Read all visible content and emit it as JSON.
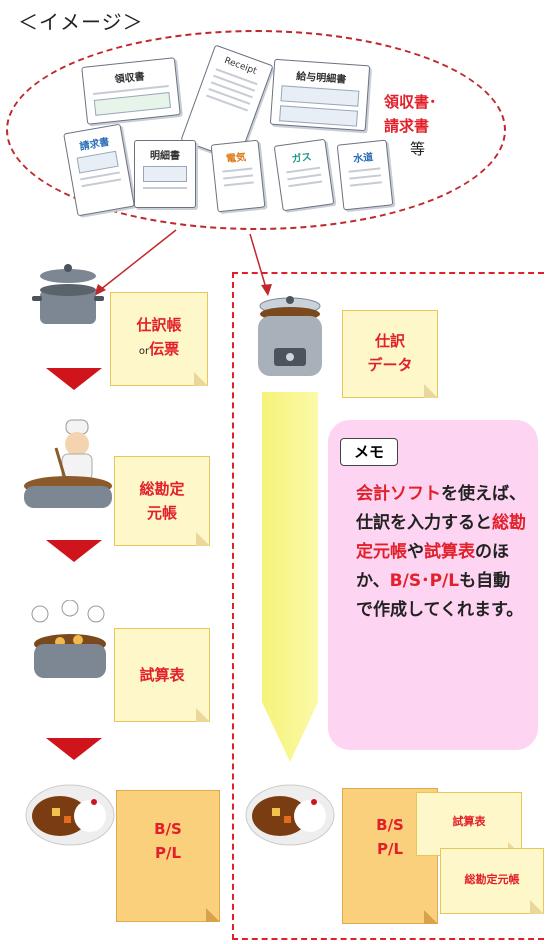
{
  "title": "＜イメージ＞",
  "documents_label": {
    "line1": "領収書･",
    "line2": "請求書",
    "suffix": "等"
  },
  "documents": [
    {
      "name": "receipt",
      "text": "領収書"
    },
    {
      "name": "receipt-slip",
      "text": "Receipt"
    },
    {
      "name": "payslip",
      "text": "給与明細書"
    },
    {
      "name": "invoice",
      "text": "請求書"
    },
    {
      "name": "statement",
      "text": "明細書"
    },
    {
      "name": "electricity-bill",
      "text": "電気"
    },
    {
      "name": "gas-bill",
      "text": "ガス"
    },
    {
      "name": "water-bill",
      "text": "水道"
    }
  ],
  "left_flow": {
    "journal": {
      "line1": "仕訳帳",
      "or": "or",
      "alt": "伝票"
    },
    "ledger": {
      "line1": "総勘定",
      "line2": "元帳"
    },
    "trial": {
      "line1": "試算表"
    },
    "statements": {
      "line1": "B/S",
      "line2": "P/L"
    }
  },
  "right_flow": {
    "data": {
      "line1": "仕訳",
      "line2": "データ"
    },
    "statements": {
      "line1": "B/S",
      "line2": "P/L"
    },
    "trial": "試算表",
    "ledger": "総勘定元帳"
  },
  "memo": {
    "tag": "メモ",
    "p1_red": "会計ソフト",
    "p1": "を使えば、仕訳を入力すると",
    "p2_red": "総勘定元帳",
    "p2": "や",
    "p3_red": "試算表",
    "p3": "のほか、",
    "p4_red": "B/S･P/L",
    "p4": "も自動で作成してくれます。"
  },
  "colors": {
    "accent": "#e2202a",
    "memo_yellow": "#fef7c9",
    "memo_orange": "#fbd07d",
    "pink": "#fdd4f2"
  }
}
